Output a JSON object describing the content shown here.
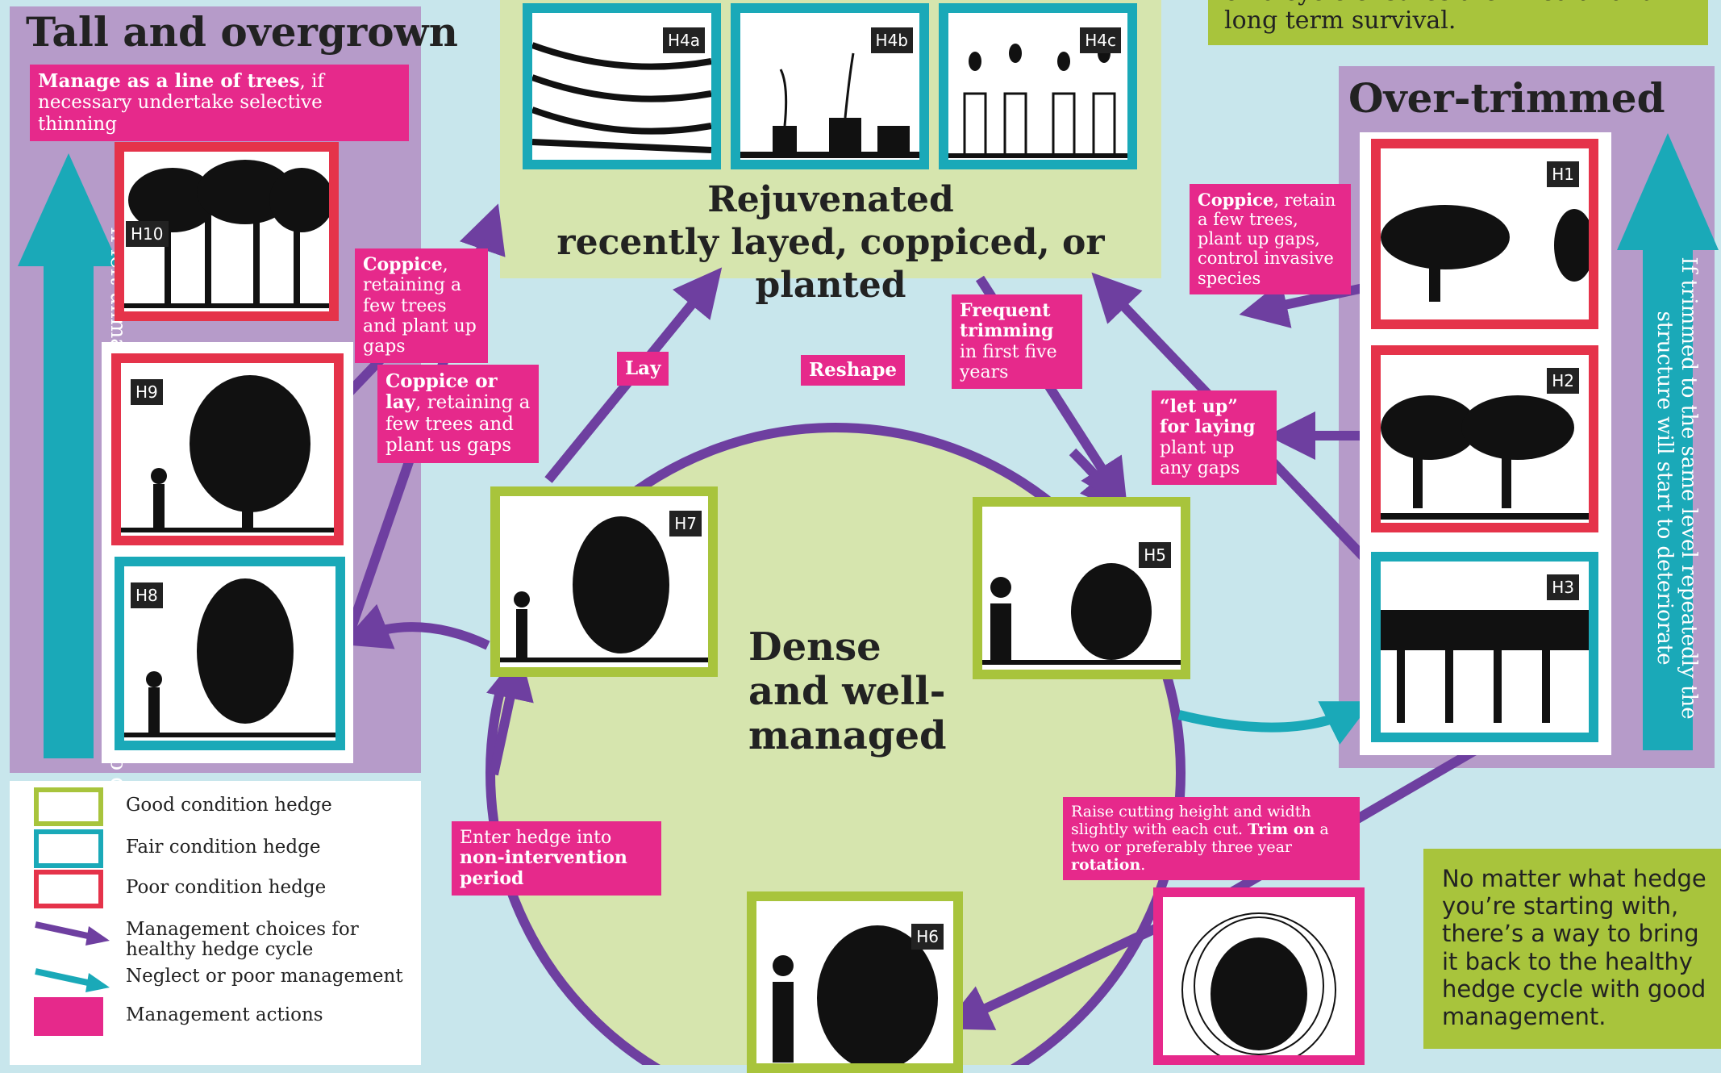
{
  "panels": {
    "tall": {
      "title": "Tall and overgrown",
      "action_bold": "Manage as a line of trees",
      "action_rest": ", if necessary undertake selective thinning",
      "side_text": "If left unmanaged, the hedge structure will start to deteriorate"
    },
    "rejuvenated": {
      "title_line1": "Rejuvenated",
      "title_line2": "recently layed, coppiced, or planted"
    },
    "over_trimmed": {
      "title": "Over-trimmed",
      "side_text": "If trimmed to the same level repeatedly the structure will start to deteriorate"
    },
    "top_right_text": "on a cycle ensures their health and long term survival.",
    "dense": {
      "line1": "Dense",
      "line2": "and well-",
      "line3": "managed"
    },
    "bottom_right_text": "No matter what hedge you’re starting with, there’s a way to bring it back to the healthy hedge cycle with good management."
  },
  "tags": {
    "h1": "H1",
    "h2": "H2",
    "h3": "H3",
    "h4a": "H4a",
    "h4b": "H4b",
    "h4c": "H4c",
    "h5": "H5",
    "h6": "H6",
    "h7": "H7",
    "h8": "H8",
    "h9": "H9",
    "h10": "H10"
  },
  "actions": {
    "coppice_left": {
      "bold": "Coppice",
      "rest": ", retaining a few trees and plant up gaps"
    },
    "coppice_or_lay": {
      "bold": "Coppice or lay",
      "rest": ", retaining a few trees and plant us gaps"
    },
    "lay": "Lay",
    "reshape": "Reshape",
    "frequent": {
      "bold": "Frequent trimming",
      "rest": " in first five years"
    },
    "coppice_right": {
      "bold": "Coppice",
      "rest": ", retain a few trees, plant up gaps, control invasive species"
    },
    "let_up": {
      "bold": "“let up” for laying",
      "rest": " plant up any gaps"
    },
    "enter": {
      "pre": "Enter hedge into ",
      "bold": "non-intervention period"
    },
    "raise": {
      "pre": "Raise cutting height and width slightly with each cut. ",
      "bold1": "Trim on",
      "mid": " a two or preferably three year ",
      "bold2": "rotation",
      "post": "."
    }
  },
  "legend": [
    {
      "label": "Good condition hedge",
      "kind": "box",
      "color": "#a8c43c"
    },
    {
      "label": "Fair condition hedge",
      "kind": "box",
      "color": "#1aa9b8"
    },
    {
      "label": "Poor condition hedge",
      "kind": "box",
      "color": "#e5334a"
    },
    {
      "label": "Management choices for healthy hedge cycle",
      "kind": "arrow",
      "color": "#6e3fa0"
    },
    {
      "label": "Neglect or poor management",
      "kind": "arrow",
      "color": "#1aa9b8"
    },
    {
      "label": "Management actions",
      "kind": "fill",
      "color": "#e6298b"
    }
  ],
  "colors": {
    "purple": "#6e3fa0",
    "cyan": "#1aa9b8",
    "pink": "#e6298b",
    "green": "#a8c43c",
    "red": "#e5334a",
    "lime": "#a8c43c"
  }
}
